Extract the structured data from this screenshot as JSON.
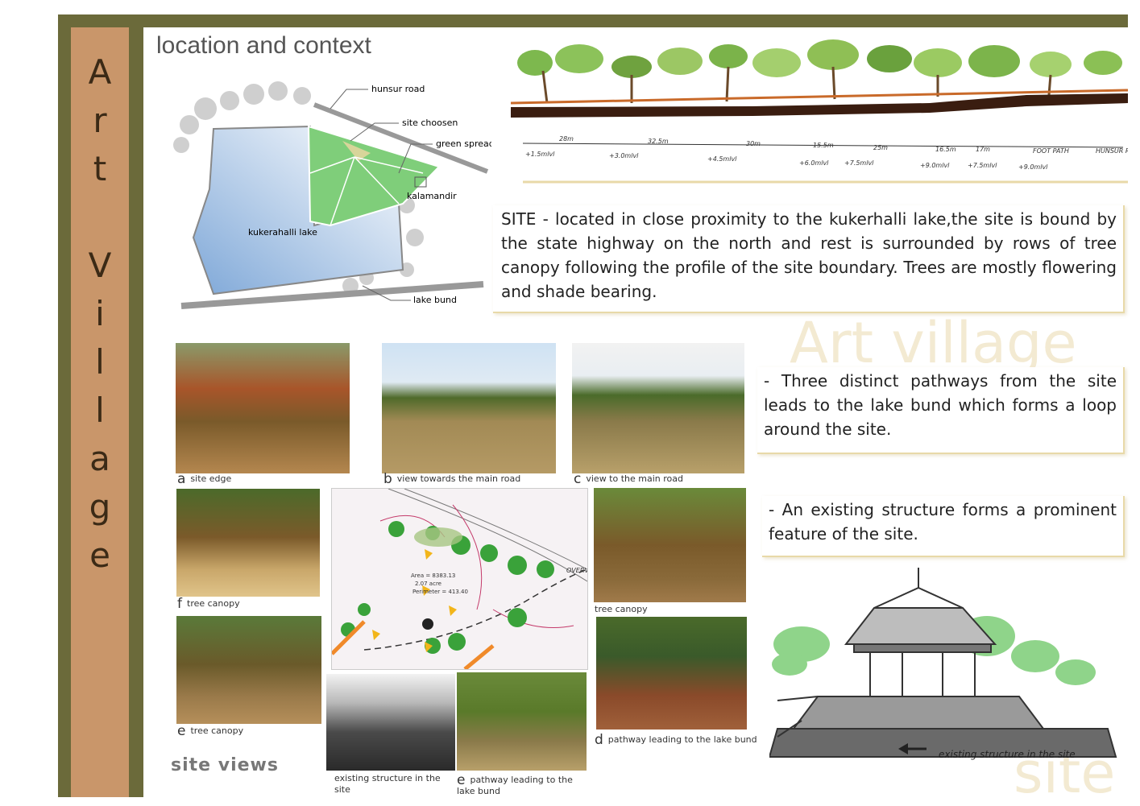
{
  "sidebar": {
    "title_letters": [
      "A",
      "r",
      "t",
      "",
      "V",
      "i",
      "l",
      "l",
      "a",
      "g",
      "e"
    ]
  },
  "heading": "location and context",
  "map": {
    "labels": {
      "hunsur_road": "hunsur road",
      "site_choosen": "site choosen",
      "green_spread": "green spread",
      "kalamandir": "kalamandir",
      "kukerahalli_lake": "kukerahalli lake",
      "lake_bund": "lake bund"
    }
  },
  "section": {
    "distances": [
      "28m",
      "32.5m",
      "30m",
      "15.5m",
      "25m",
      "16.5m",
      "17m",
      "FOOT PATH",
      "HUNSUR R"
    ],
    "levels": [
      "+1.5mlvl",
      "+3.0mlvl",
      "+4.5mlvl",
      "+6.0mlvl",
      "+7.5mlvl",
      "+9.0mlvl",
      "+7.5mlvl",
      "+9.0mlvl"
    ]
  },
  "texts": {
    "site_description": "SITE - located in close proximity to the kukerhalli lake,the site is bound by the state highway on the north and rest is surrounded by rows of tree canopy following the profile of the site boundary. Trees are mostly flowering and shade bearing.",
    "pathways": "- Three distinct pathways from the site leads to the lake bund which forms a loop around the site.",
    "structure": "- An existing structure forms a prominent feature of the site."
  },
  "watermarks": {
    "art_village": "Art village",
    "site": "site"
  },
  "photos": {
    "a": {
      "letter": "a",
      "caption": "site edge"
    },
    "b": {
      "letter": "b",
      "caption": "view towards the main road"
    },
    "c": {
      "letter": "c",
      "caption": "view to the main road"
    },
    "f": {
      "letter": "f",
      "caption": "tree canopy"
    },
    "e1": {
      "letter": "e",
      "caption": "tree canopy"
    },
    "tc": {
      "caption": "tree canopy"
    },
    "d": {
      "letter": "d",
      "caption": "pathway leading to the lake bund"
    },
    "existing": {
      "caption": "existing structure in the site"
    },
    "e2": {
      "letter": "e",
      "caption": "pathway leading to the lake bund"
    }
  },
  "site_plan": {
    "overlay": "OVERVIEW OF THE CITY OF MYSORE",
    "area": "Area = 8383.13",
    "acre": "2.07 acre",
    "perimeter": "Perimeter = 413.40"
  },
  "site_views_label": "site views",
  "sketch_caption": "existing structure in the site"
}
